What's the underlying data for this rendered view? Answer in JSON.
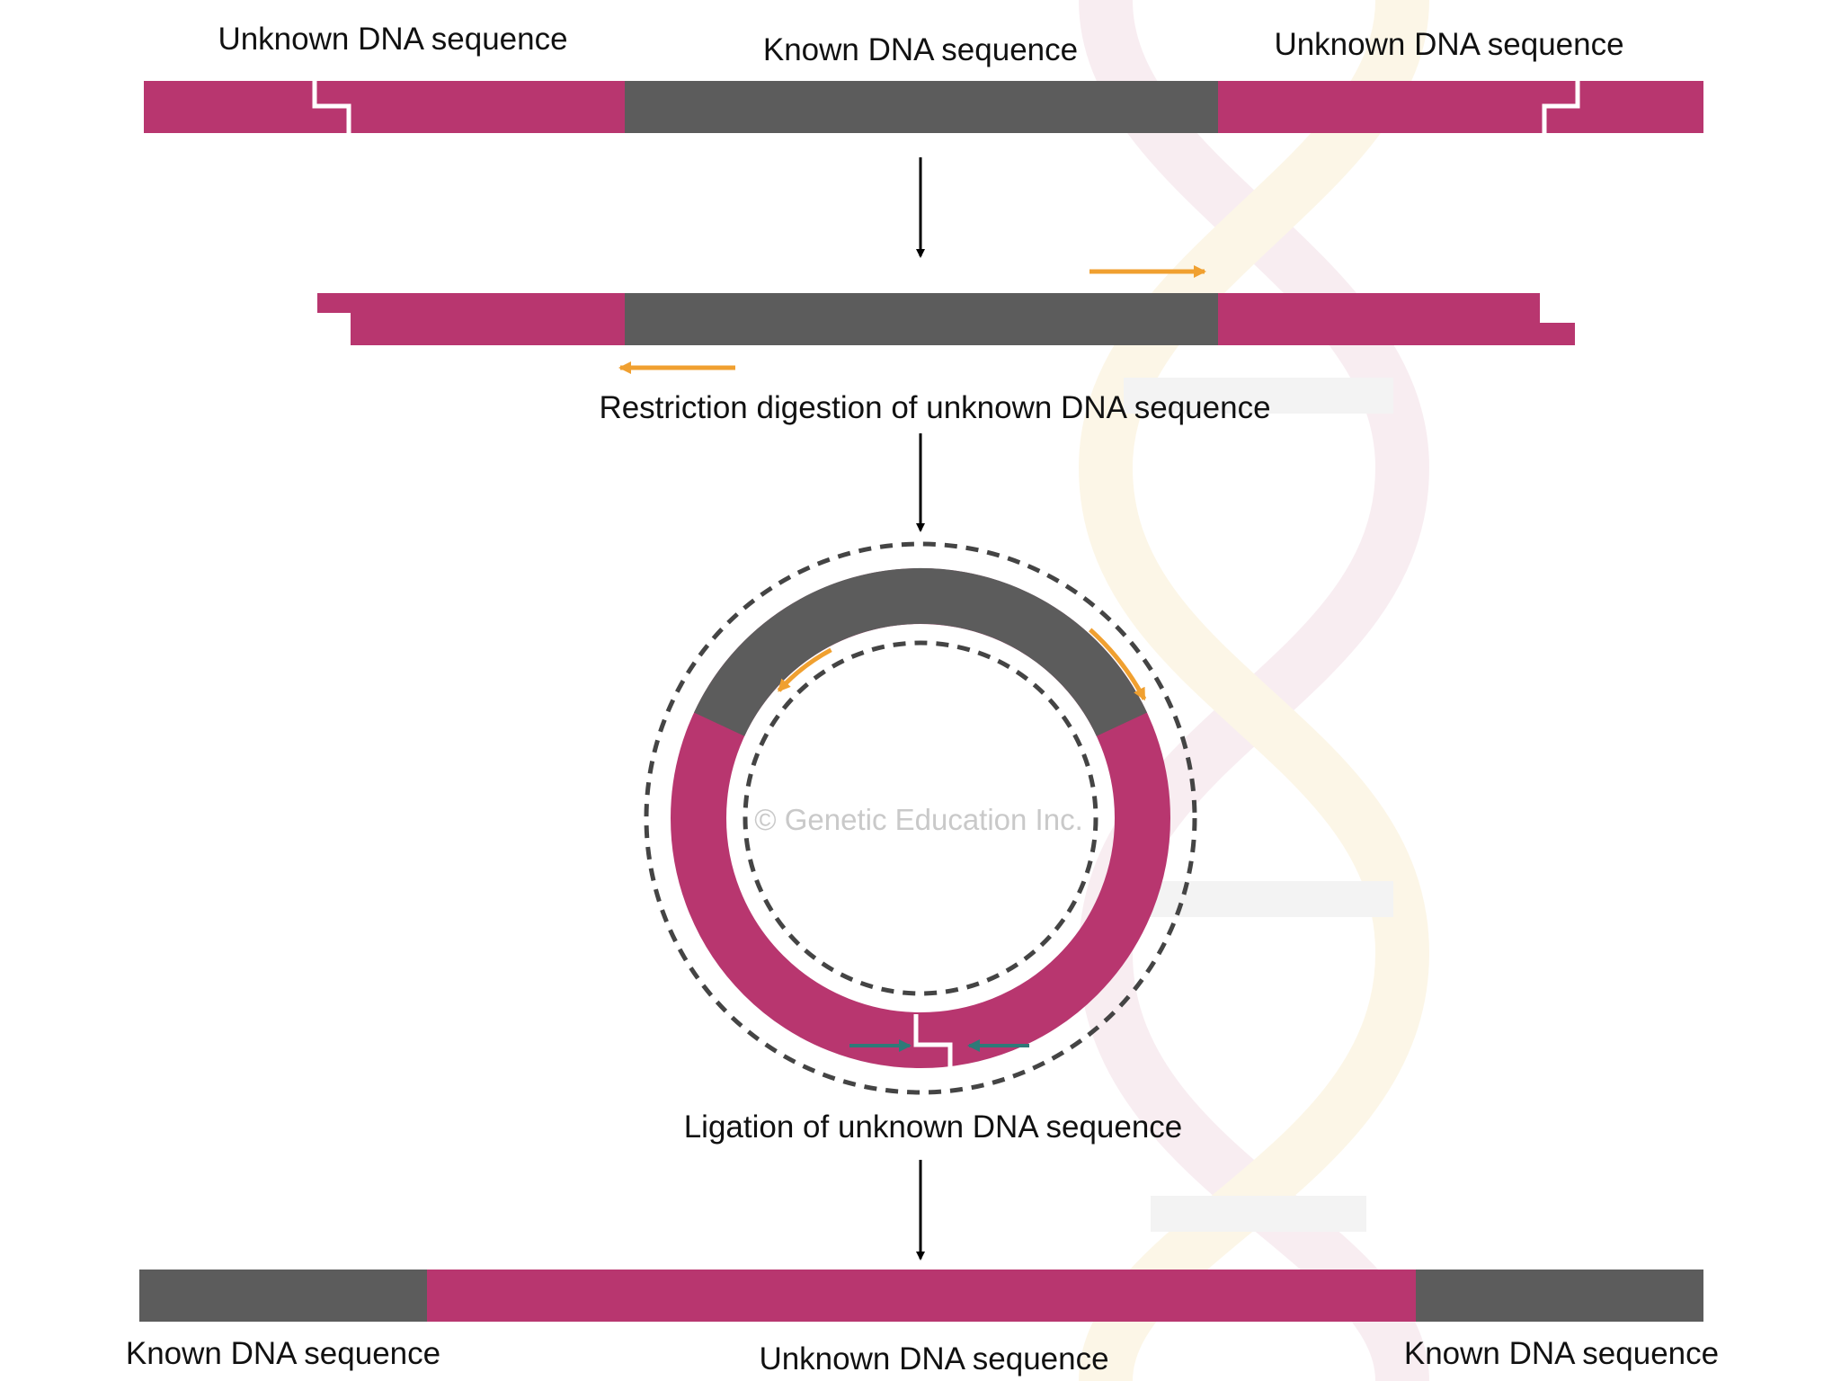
{
  "colors": {
    "unknown": "#B8366F",
    "known": "#5C5C5C",
    "primer": "#F0A030",
    "ligation_arrow": "#2E7A78",
    "arrow": "#000000",
    "watermark": "#C9C9C9"
  },
  "labels": {
    "top_left": "Unknown DNA sequence",
    "top_center": "Known DNA sequence",
    "top_right": "Unknown DNA sequence",
    "restriction": "Restriction digestion of unknown DNA sequence",
    "ligation": "Ligation of unknown DNA sequence",
    "bottom_left": "Known DNA sequence",
    "bottom_center": "Unknown DNA sequence",
    "bottom_right": "Known DNA sequence"
  },
  "watermark": "© Genetic Education Inc."
}
